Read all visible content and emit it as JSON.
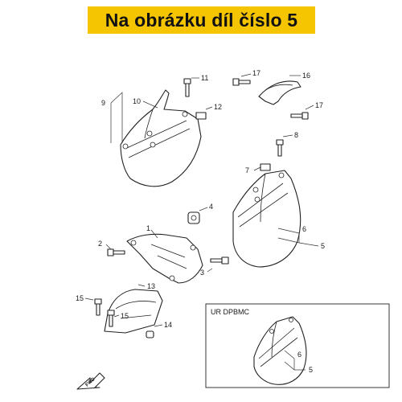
{
  "banner": {
    "text": "Na obrázku díl číslo 5",
    "color": "#f4c500"
  },
  "inset": {
    "title": "UR DPBMC"
  },
  "fwd_label": "FWD",
  "callouts": {
    "c1": "1",
    "c2": "2",
    "c3": "3",
    "c4": "4",
    "c5": "5",
    "c6": "6",
    "c7": "7",
    "c8": "8",
    "c9": "9",
    "c10": "10",
    "c11": "11",
    "c12": "12",
    "c13": "13",
    "c14": "14",
    "c15a": "15",
    "c15b": "15",
    "c16": "16",
    "c17a": "17",
    "c17b": "17",
    "inset5": "5",
    "inset6": "6"
  }
}
